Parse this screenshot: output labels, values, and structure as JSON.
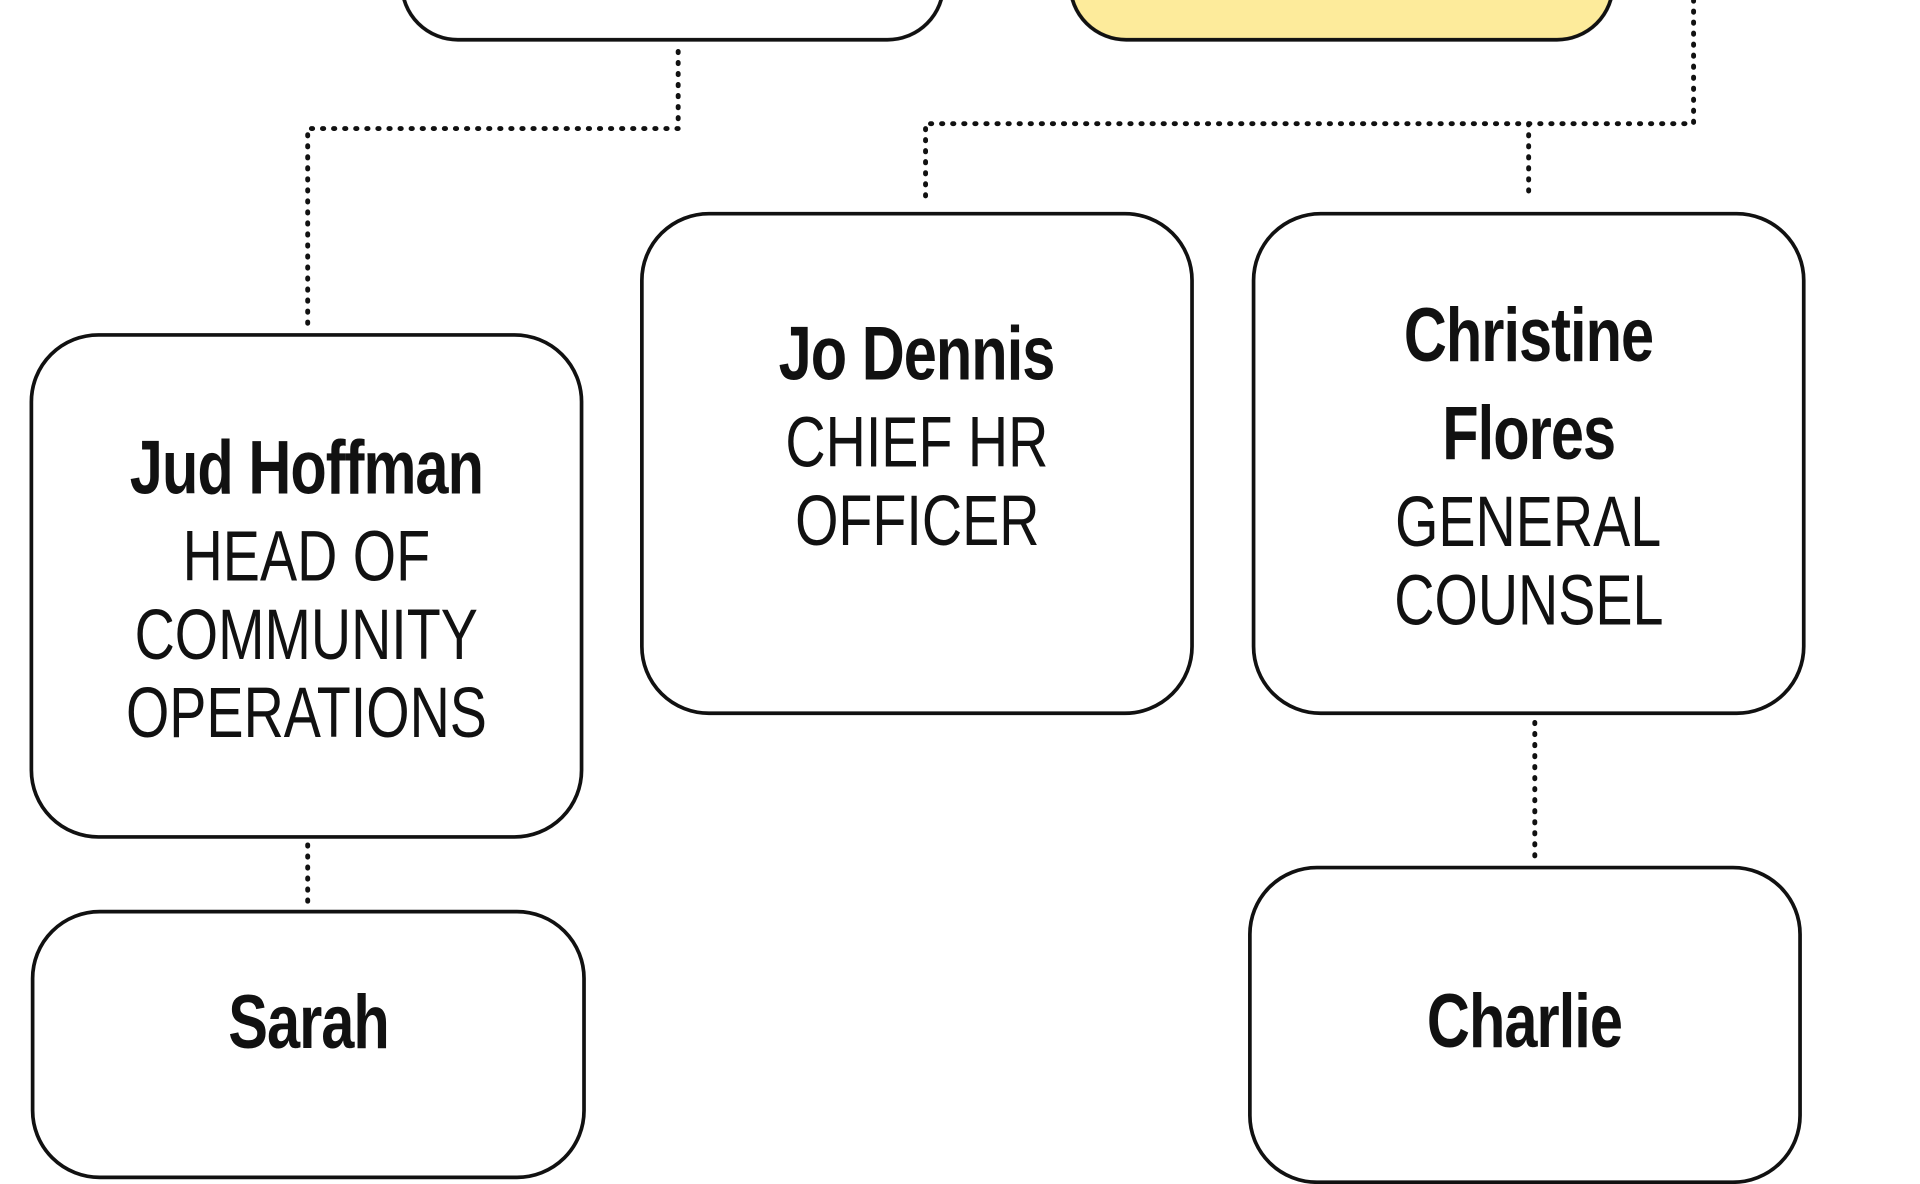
{
  "colors": {
    "highlight": "#fdeb9b",
    "border": "#111111",
    "connector": "#111111"
  },
  "people": [
    {
      "id": "jo",
      "name": "Jo Dennis",
      "title_lines": [
        "CHIEF HR",
        "OFFICER"
      ]
    },
    {
      "id": "christine",
      "name_lines": [
        "Christine",
        "Flores"
      ],
      "title_lines": [
        "GENERAL",
        "COUNSEL"
      ]
    },
    {
      "id": "jud",
      "name": "Jud Hoffman",
      "title_lines": [
        "HEAD OF",
        "COMMUNITY",
        "OPERATIONS"
      ]
    },
    {
      "id": "sarah",
      "name": "Sarah"
    },
    {
      "id": "charlie",
      "name": "Charlie"
    }
  ]
}
